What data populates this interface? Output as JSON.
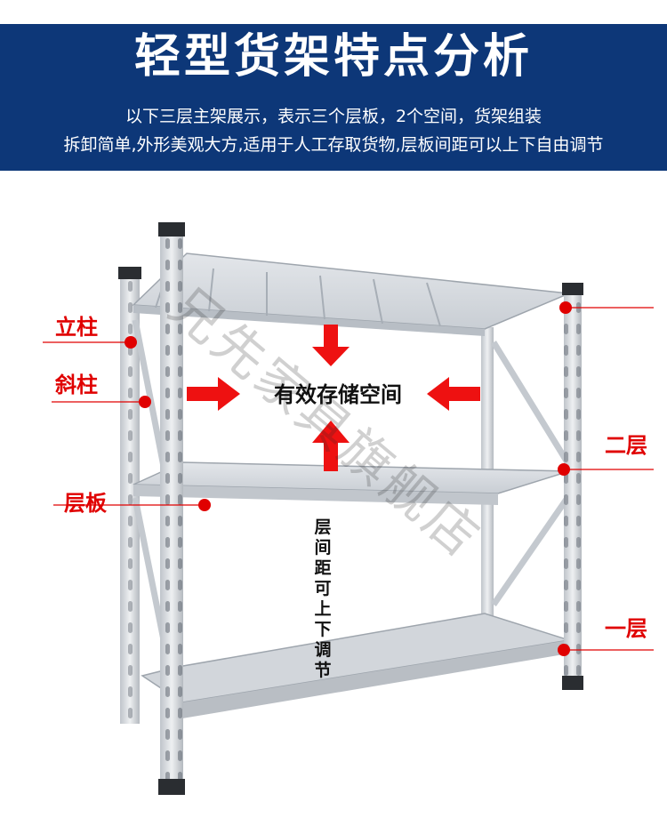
{
  "banner": {
    "title": "轻型货架特点分析",
    "line1": "以下三层主架展示，表示三个层板，2个空间，货架组装",
    "line2": "拆卸简单,外形美观大方,适用于人工存取货物,层板间距可以上下自由调节"
  },
  "labels": {
    "upright": "立柱",
    "brace": "斜柱",
    "shelf_board": "层板",
    "second_level": "二层",
    "first_level": "一层",
    "storage_space": "有效存储空间",
    "adjustable": [
      "层",
      "间",
      "距",
      "可",
      "上",
      "下",
      "调",
      "节"
    ]
  },
  "watermark": "兄先家具旗舰店",
  "colors": {
    "banner": "#0d3778",
    "accent": "#e00000",
    "rack": "#d7dbe0"
  }
}
